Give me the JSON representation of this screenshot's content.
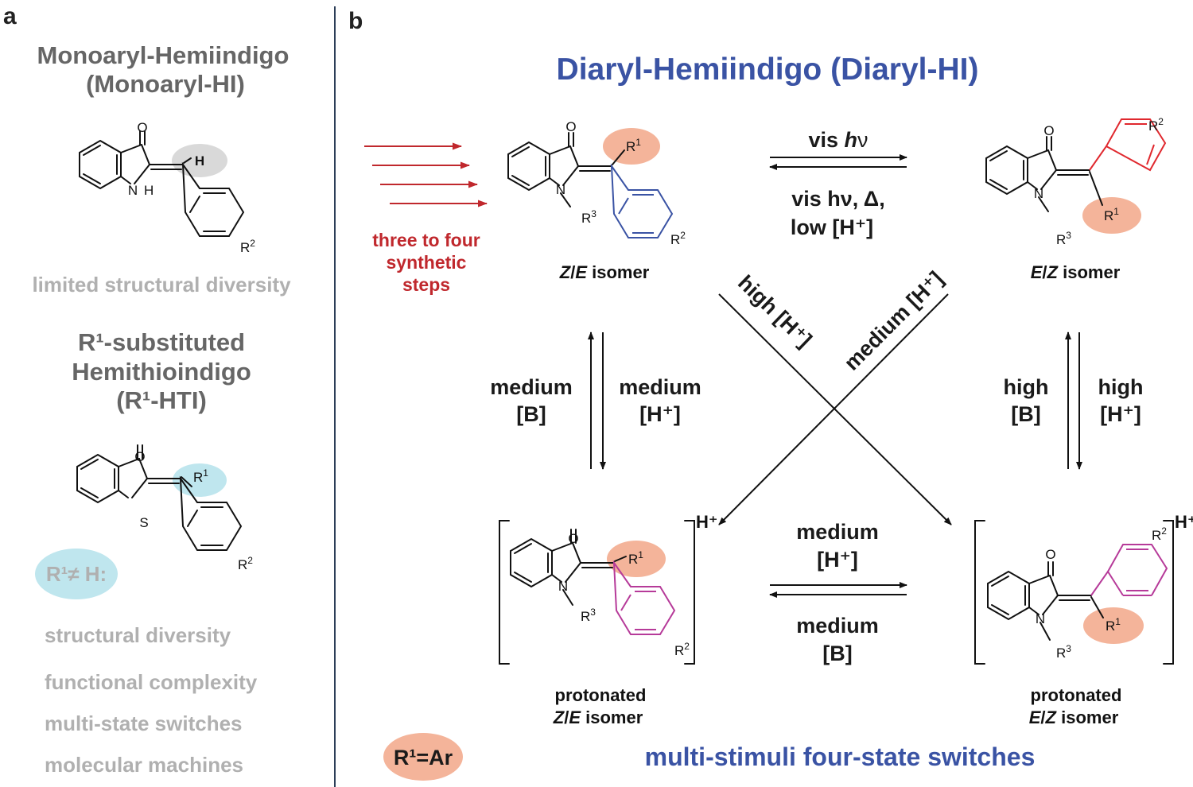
{
  "colors": {
    "title_blue": "#3a53a4",
    "synth_red": "#c0282d",
    "aryl_blue": "#3a53a4",
    "aryl_red": "#e0282e",
    "aryl_magenta": "#b63a99",
    "r1_highlight": "#f4b49a",
    "h_highlight": "#d9d9d9",
    "htir1_highlight": "#bfe6ee",
    "gray_text": "#666666",
    "light_text": "#b0b0b0"
  },
  "panel_a": {
    "label": "a",
    "title_line1": "Monoaryl-Hemiindigo",
    "title_line2": "(Monoaryl-HI)",
    "mol": {
      "o": "O",
      "h": "H",
      "nh": "N",
      "nh_h": "H",
      "r2": "R",
      "r2_sup": "2"
    },
    "note1": "limited structural diversity",
    "title2_line1": "R¹-substituted",
    "title2_line2": "Hemithioindigo",
    "title2_line3": "(R¹-HTI)",
    "mol2": {
      "o": "O",
      "s": "S",
      "r1": "R",
      "r1_sup": "1",
      "r2": "R",
      "r2_sup": "2"
    },
    "r1_not_h": "R¹≠ H:",
    "features": [
      "structural diversity",
      "functional complexity",
      "multi-state switches",
      "molecular machines"
    ]
  },
  "panel_b": {
    "label": "b",
    "title": "Diaryl-Hemiindigo (Diaryl-HI)",
    "synthesis": [
      "three to four",
      "synthetic",
      "steps"
    ],
    "top_forward": {
      "pre": "vis ",
      "italic": "h",
      "post": "ν"
    },
    "top_back_line1": "vis hν, Δ,",
    "top_back_line2": "low [H⁺]",
    "left_down": [
      "medium",
      "[H⁺]"
    ],
    "left_up": [
      "medium",
      "[B]"
    ],
    "right_down": [
      "high",
      "[H⁺]"
    ],
    "right_up": [
      "high",
      "[B]"
    ],
    "diag_1": "high [H⁺]",
    "diag_2": "medium [H⁺]",
    "bottom_forward": [
      "medium",
      "[H⁺]"
    ],
    "bottom_back": [
      "medium",
      "[B]"
    ],
    "iso_ze": {
      "a": "Z",
      "b": "E",
      "rest": " isomer"
    },
    "iso_ez": {
      "a": "E",
      "b": "Z",
      "rest": " isomer"
    },
    "prot": "protonated",
    "hplus": "H⁺",
    "atoms": {
      "o": "O",
      "n": "N",
      "r": "R",
      "s1": "1",
      "s2": "2",
      "s3": "3"
    },
    "r1_ar": "R¹=Ar",
    "footer": "multi-stimuli four-state switches"
  }
}
